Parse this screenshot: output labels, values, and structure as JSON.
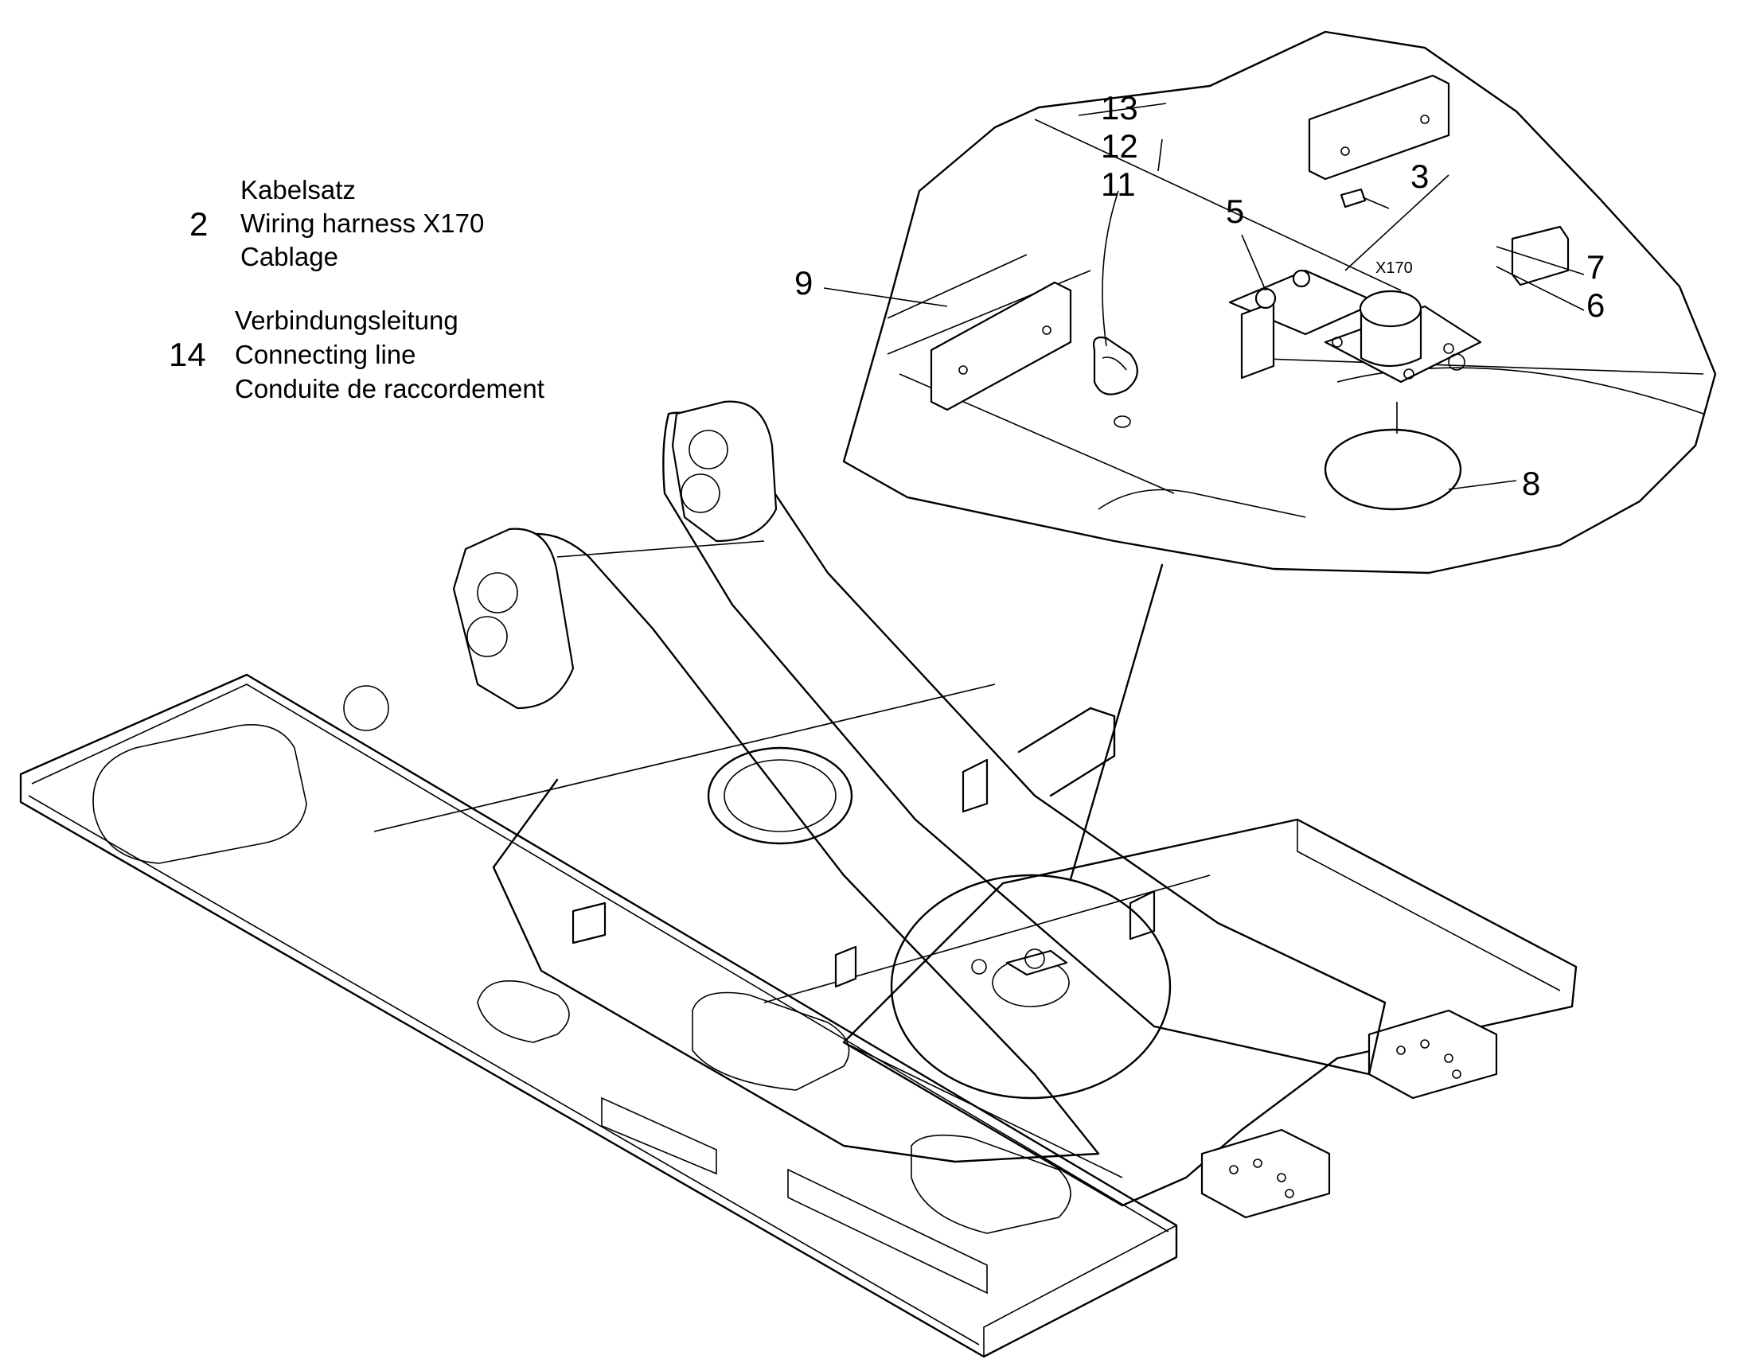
{
  "legend": [
    {
      "number": "2",
      "lines": [
        "Kabelsatz",
        "Wiring harness X170",
        "Cablage"
      ]
    },
    {
      "number": "14",
      "lines": [
        "Verbindungsleitung",
        "Connecting line",
        "Conduite de raccordement"
      ]
    }
  ],
  "callouts": {
    "c13": "13",
    "c12": "12",
    "c11": "11",
    "c3": "3",
    "c5": "5",
    "c9": "9",
    "c7": "7",
    "c6": "6",
    "c8": "8",
    "connector_label": "X170"
  }
}
